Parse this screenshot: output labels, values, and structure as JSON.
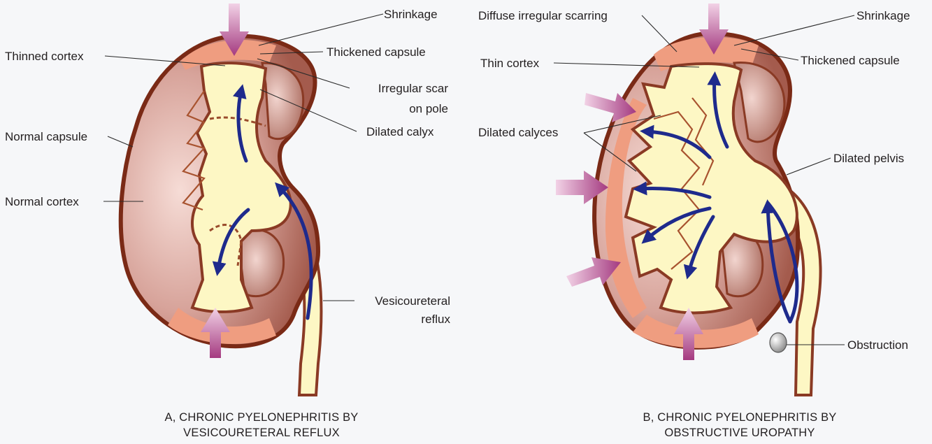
{
  "panel_a": {
    "caption_line1": "A, CHRONIC PYELONEPHRITIS BY",
    "caption_line2": "VESICOURETERAL REFLUX",
    "labels": {
      "shrinkage": "Shrinkage",
      "thinned_cortex": "Thinned cortex",
      "thickened_capsule": "Thickened capsule",
      "irregular_scar_1": "Irregular scar",
      "irregular_scar_2": "on pole",
      "dilated_calyx": "Dilated calyx",
      "normal_capsule": "Normal capsule",
      "normal_cortex": "Normal cortex",
      "vesicoureteral_1": "Vesicoureteral",
      "vesicoureteral_2": "reflux"
    }
  },
  "panel_b": {
    "caption_line1": "B, CHRONIC PYELONEPHRITIS BY",
    "caption_line2": "OBSTRUCTIVE UROPATHY",
    "labels": {
      "diffuse_scarring": "Diffuse irregular scarring",
      "shrinkage": "Shrinkage",
      "thin_cortex": "Thin cortex",
      "thickened_capsule": "Thickened capsule",
      "dilated_calyces": "Dilated calyces",
      "dilated_pelvis": "Dilated pelvis",
      "obstruction": "Obstruction"
    }
  },
  "colors": {
    "background": "#f6f7f9",
    "capsule_outline": "#7a2a16",
    "cortex": "#c98a7f",
    "pelvis_fill": "#fdf7c4",
    "capsule_thick": "#ef9d80",
    "flow_arrow": "#1e2a8c",
    "pressure_arrow": "#b0468a"
  }
}
